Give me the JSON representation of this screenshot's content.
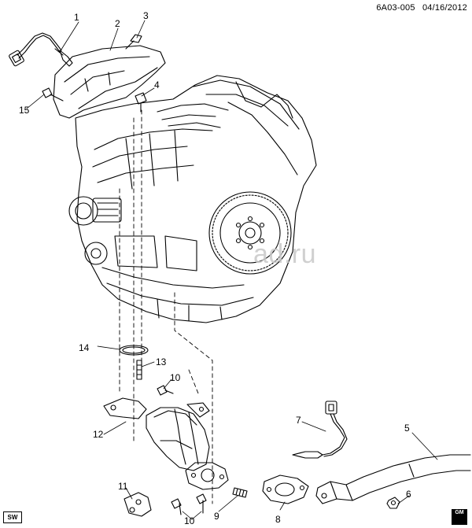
{
  "header": {
    "code": "6A03-005",
    "date": "04/16/2012"
  },
  "watermark": "ad.ru",
  "badge": "SW",
  "logo": "GM",
  "callouts": {
    "c1": "1",
    "c2": "2",
    "c3": "3",
    "c4": "4",
    "c5": "5",
    "c6": "6",
    "c7": "7",
    "c8": "8",
    "c9": "9",
    "c10a": "10",
    "c10b": "10",
    "c11": "11",
    "c12": "12",
    "c13": "13",
    "c14": "14",
    "c15": "15"
  }
}
